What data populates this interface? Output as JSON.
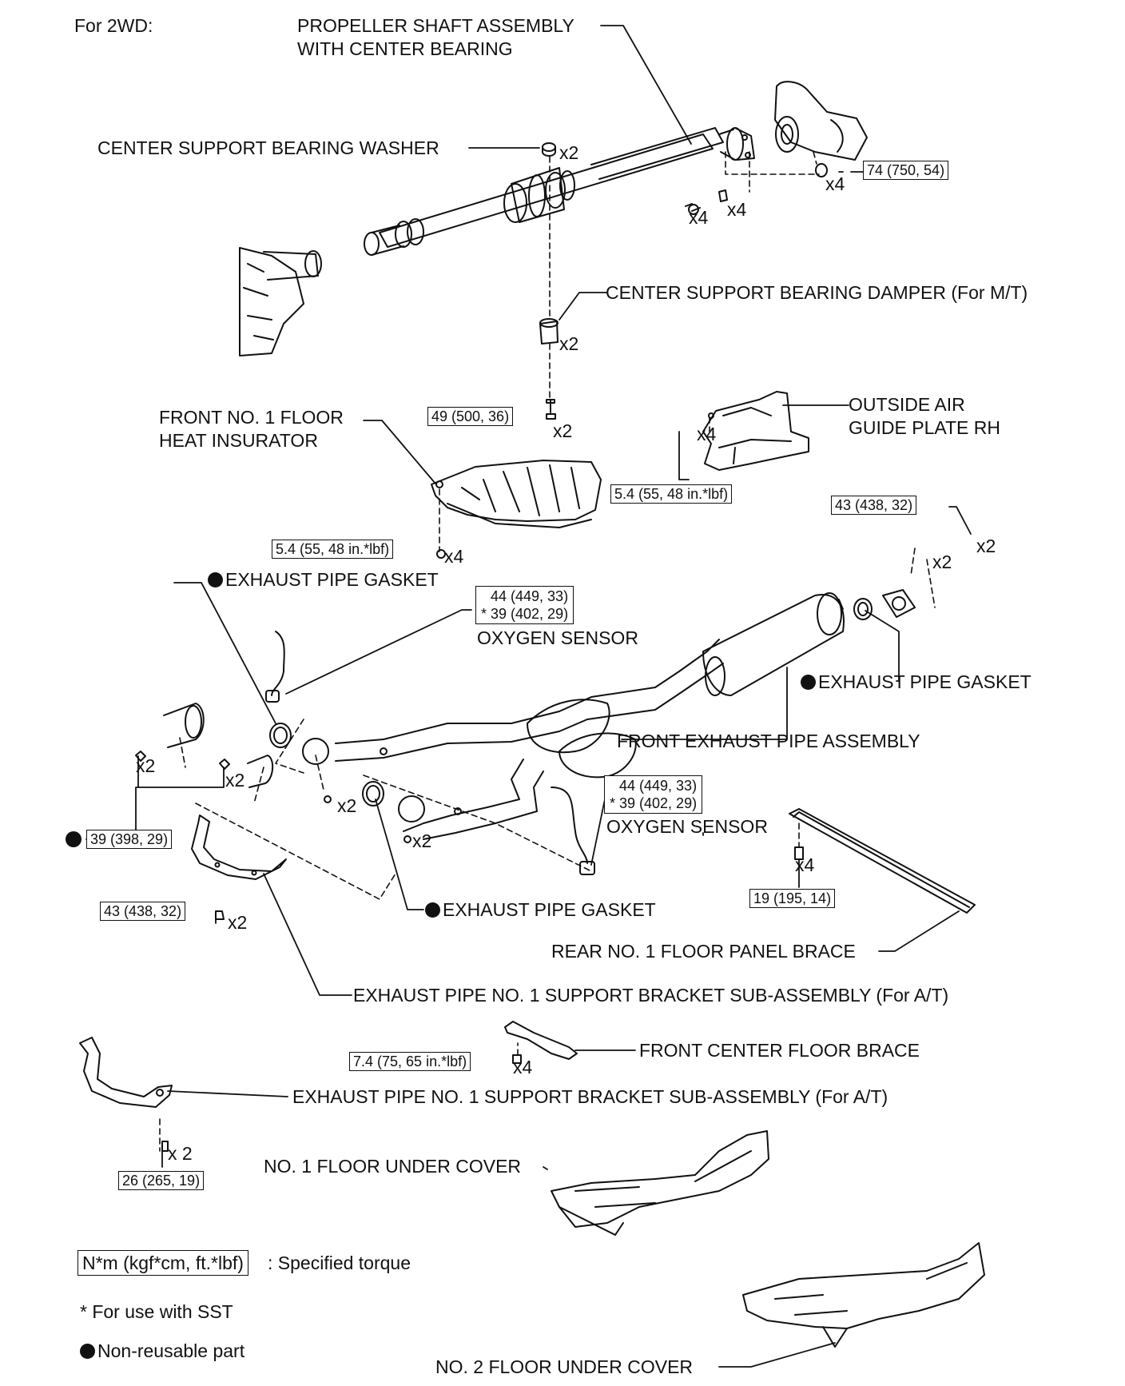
{
  "header": {
    "variant": "For 2WD:"
  },
  "parts": {
    "propeller_shaft": [
      "PROPELLER SHAFT ASSEMBLY",
      "WITH CENTER BEARING"
    ],
    "center_washer": "CENTER SUPPORT BEARING WASHER",
    "center_damper": "CENTER SUPPORT BEARING DAMPER (For M/T)",
    "heat_insulator": [
      "FRONT NO. 1 FLOOR",
      "HEAT INSURATOR"
    ],
    "air_guide": [
      "OUTSIDE AIR",
      "GUIDE PLATE RH"
    ],
    "gasket_1": "EXHAUST PIPE GASKET",
    "gasket_2": "EXHAUST PIPE GASKET",
    "gasket_3": "EXHAUST PIPE GASKET",
    "o2_sensor_1": "OXYGEN SENSOR",
    "o2_sensor_2": "OXYGEN SENSOR",
    "front_exhaust": "FRONT EXHAUST PIPE ASSEMBLY",
    "rear_brace": "REAR NO. 1 FLOOR PANEL BRACE",
    "support_bracket_1": "EXHAUST PIPE NO. 1 SUPPORT BRACKET SUB-ASSEMBLY (For A/T)",
    "front_center_brace": "FRONT CENTER FLOOR BRACE",
    "support_bracket_2": "EXHAUST PIPE NO. 1 SUPPORT BRACKET SUB-ASSEMBLY  (For A/T)",
    "floor_cover_1": "NO. 1 FLOOR UNDER COVER",
    "floor_cover_2": "NO. 2 FLOOR UNDER COVER"
  },
  "torques": {
    "t74": "74 (750, 54)",
    "t49": "49 (500, 36)",
    "t54a": "5.4 (55, 48 in.*lbf)",
    "t54b": "5.4 (55, 48 in.*lbf)",
    "t43a": "43 (438, 32)",
    "t43b": "43 (438, 32)",
    "o2a": [
      "44 (449, 33)",
      "* 39 (402, 29)"
    ],
    "o2b": [
      "44 (449, 33)",
      "* 39 (402, 29)"
    ],
    "t39": "39 (398, 29)",
    "t19": "19 (195, 14)",
    "t74b": "7.4 (75, 65 in.*lbf)",
    "t26": "26 (265, 19)"
  },
  "quantities": {
    "q_washer": "x2",
    "q_nut": "x4",
    "q_bolt_shaft": "x4",
    "q_washer_shaft": "x4",
    "q_damper": "x2",
    "q_bolt49": "x2",
    "q_air_guide": "x4",
    "q_insulator": "x4",
    "q_bolt43_spring": "x2",
    "q_bolt43_head": "x2",
    "q_left_a": "x2",
    "q_left_b": "x2",
    "q_mid_a": "x2",
    "q_mid_b": "x2",
    "q_bracket_bolt": "x2",
    "q_brace_bolt": "x4",
    "q_fcb": "x4",
    "q_sb2": "x 2"
  },
  "legend": {
    "torque_box": "N*m (kgf*cm, ft.*lbf)",
    "torque_text": ": Specified torque",
    "sst": "* For use with SST",
    "non_reusable": "Non-reusable part"
  }
}
